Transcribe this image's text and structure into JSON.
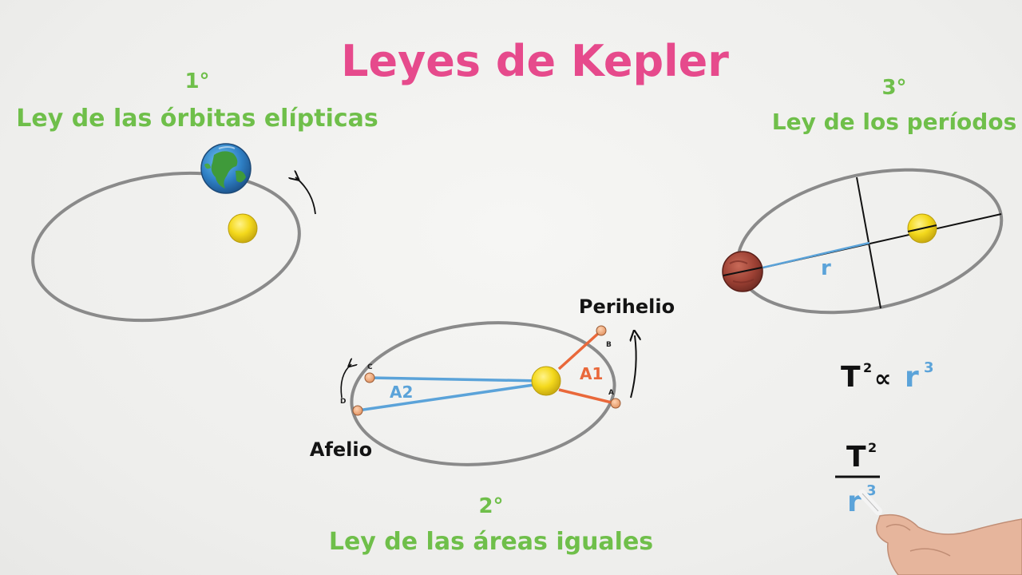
{
  "title": "Leyes de Kepler",
  "law1": {
    "number": "1°",
    "name": "Ley de las órbitas elípticas"
  },
  "law2": {
    "number": "2°",
    "name": "Ley de las áreas iguales",
    "perihelion_label": "Perihelio",
    "aphelion_label": "Afelio",
    "area1_label": "A1",
    "area2_label": "A2",
    "points": {
      "a": "A",
      "b": "B",
      "c": "C",
      "d": "D"
    }
  },
  "law3": {
    "number": "3°",
    "name": "Ley de los períodos",
    "radius_label": "r",
    "proportional": {
      "t": "T",
      "t_exp": "2",
      "symbol": "∝",
      "r": "r",
      "r_exp": "3"
    },
    "fraction": {
      "num": "T",
      "num_exp": "2",
      "den": "r",
      "den_exp": "3"
    }
  },
  "colors": {
    "title": "#e64a8c",
    "law_text": "#6fbf4a",
    "orbit": "#8a8a8a",
    "sun": "#f2d81e",
    "area1": "#e9683a",
    "area2": "#5ba3d9",
    "mars": "#a6473a",
    "earth_ocean": "#2e7fc4",
    "earth_land": "#3f9a3a"
  }
}
